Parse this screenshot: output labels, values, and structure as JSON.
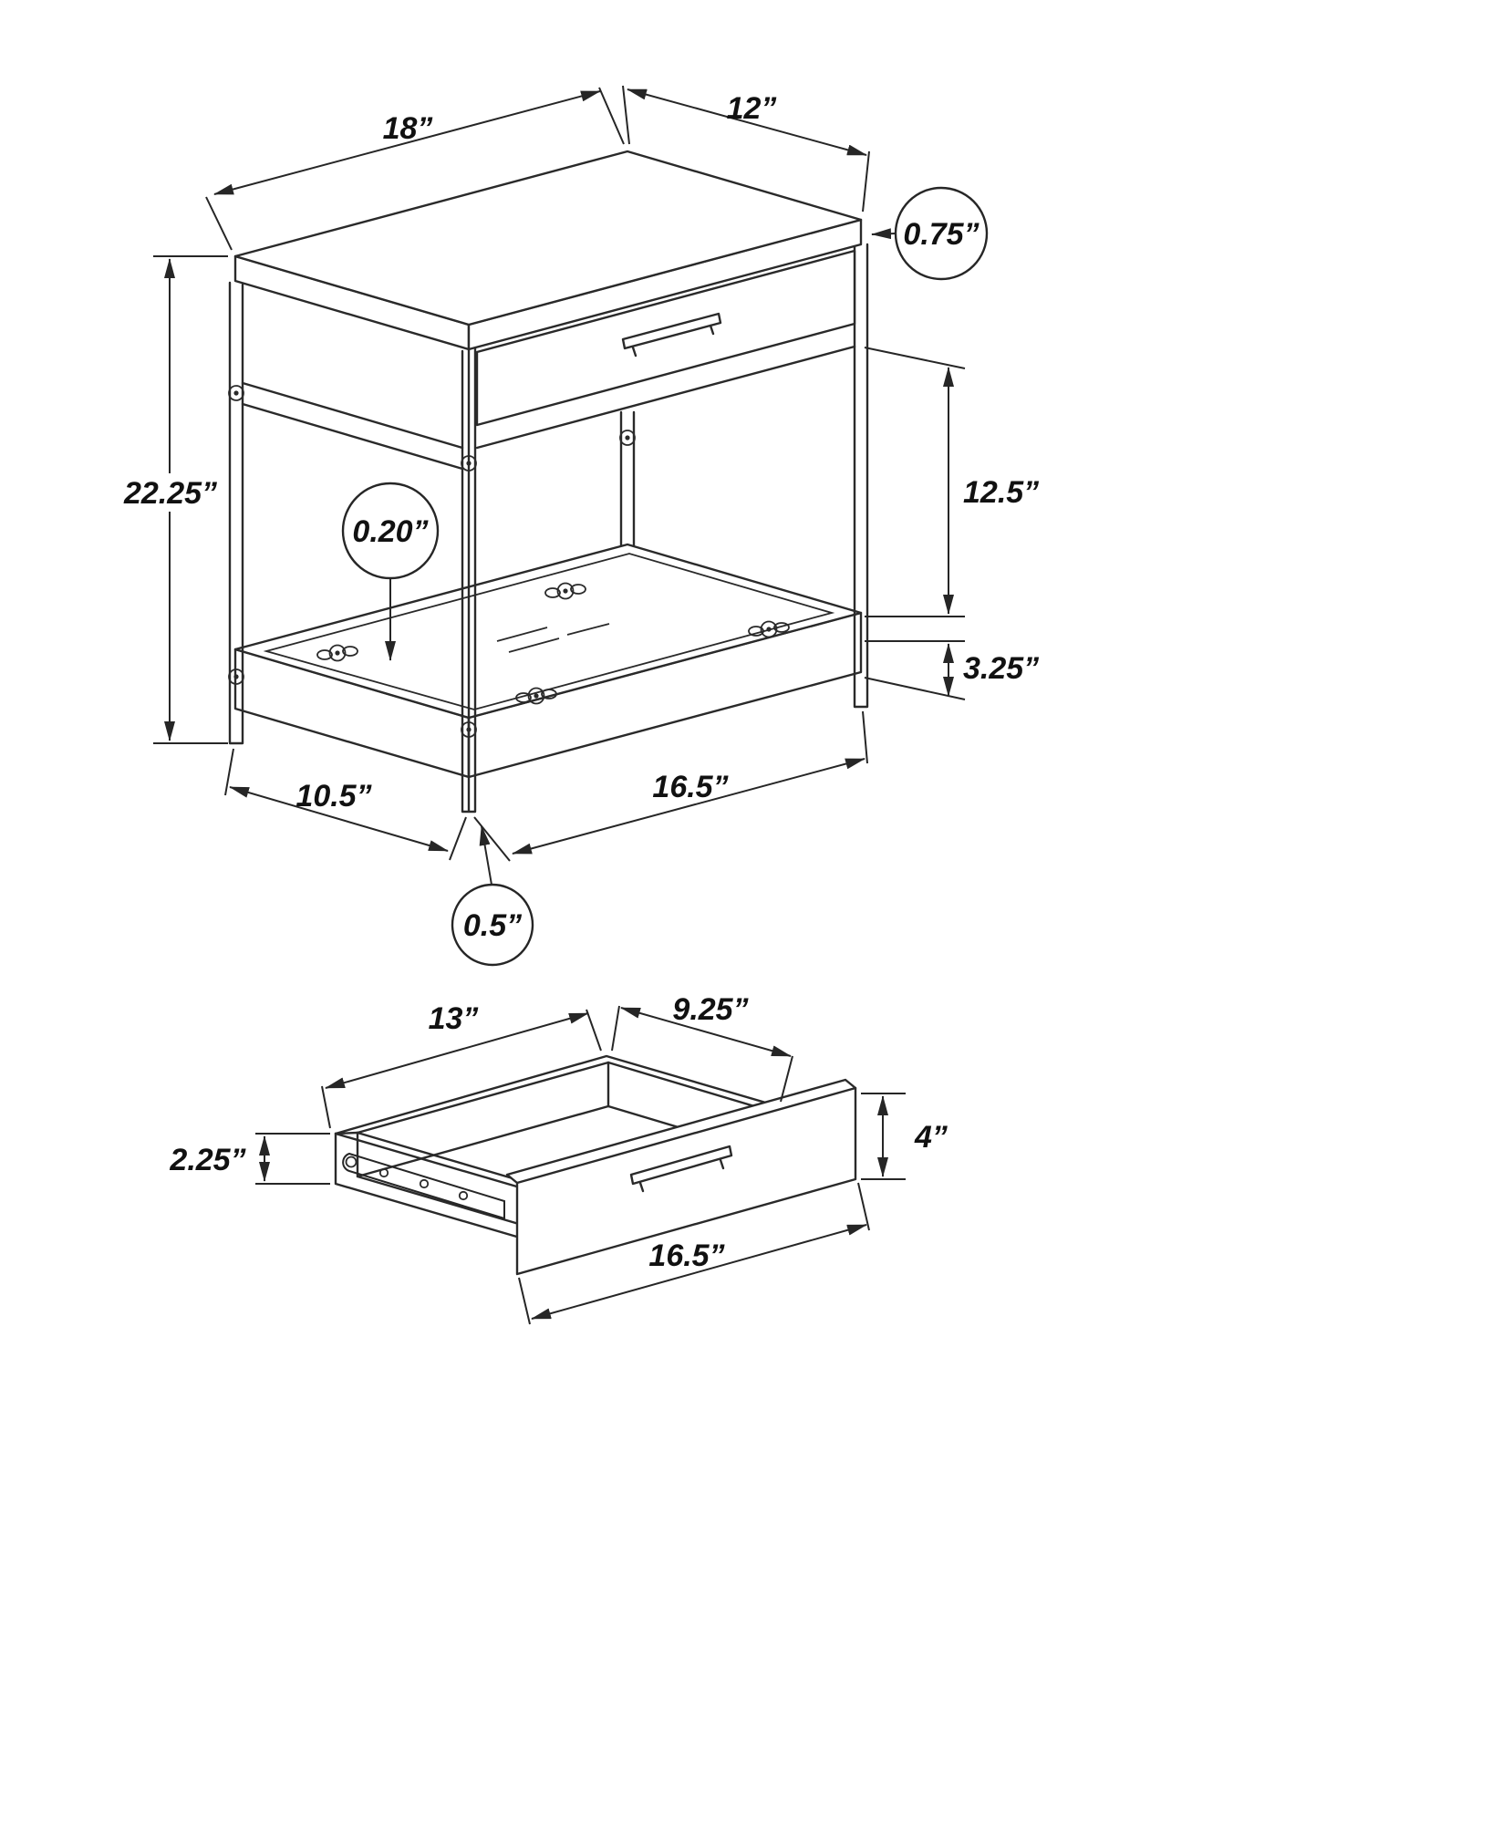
{
  "colors": {
    "line": "#2a2a2a",
    "background": "#ffffff",
    "text": "#111111"
  },
  "table_view": {
    "dimensions": {
      "top_width": "18”",
      "top_depth": "12”",
      "top_thickness": "0.75”",
      "overall_height": "22.25”",
      "drawer_to_shelf": "12.5”",
      "shelf_frame_height": "3.25”",
      "glass_thickness": "0.20”",
      "base_depth": "10.5”",
      "base_width": "16.5”",
      "leg_width": "0.5”"
    }
  },
  "drawer_view": {
    "dimensions": {
      "side_depth": "13”",
      "back_width": "9.25”",
      "side_height": "2.25”",
      "front_height": "4”",
      "front_width": "16.5”"
    }
  }
}
